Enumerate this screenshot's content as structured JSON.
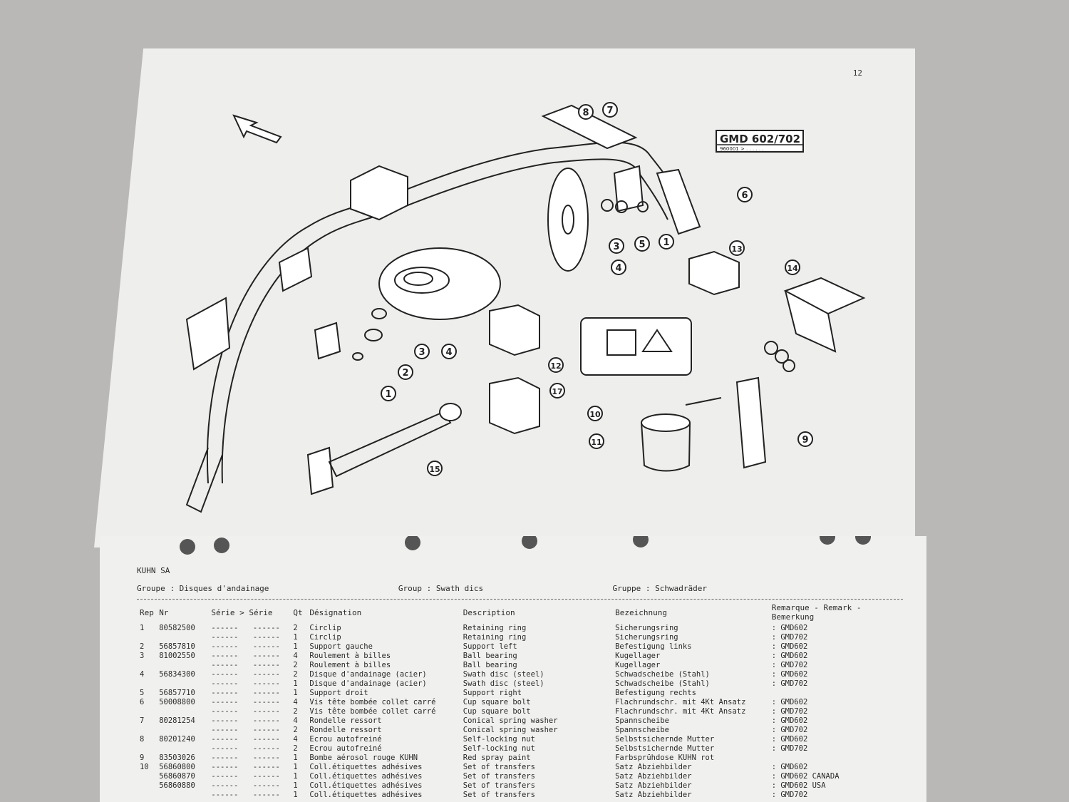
{
  "page_number": "12",
  "model_badge": {
    "model": "GMD 602/702",
    "serial": "960001 > . . . . . ."
  },
  "callouts": [
    "8",
    "7",
    "6",
    "5",
    "3",
    "1",
    "4",
    "13",
    "14",
    "4",
    "3",
    "2",
    "1",
    "12",
    "10",
    "17",
    "11",
    "9",
    "15"
  ],
  "company": "KUHN SA",
  "groups": {
    "fr": "Groupe : Disques d'andainage",
    "en": "Group : Swath dics",
    "de": "Gruppe : Schwadräder"
  },
  "headers": {
    "rep": "Rep",
    "nr": "Nr",
    "serie": "Série > Série",
    "qt": "Qt",
    "designation": "Désignation",
    "description": "Description",
    "bezeichnung": "Bezeichnung",
    "remarque": "Remarque - Remark - Bemerkung"
  },
  "rows": [
    {
      "rep": "1",
      "nr": "80582500",
      "s1": "------",
      "s2": "------",
      "qt": "2",
      "fr": "Circlip",
      "en": "Retaining ring",
      "de": "Sicherungsring",
      "rem": ": GMD602"
    },
    {
      "rep": "",
      "nr": "",
      "s1": "------",
      "s2": "------",
      "qt": "1",
      "fr": "Circlip",
      "en": "Retaining ring",
      "de": "Sicherungsring",
      "rem": ": GMD702"
    },
    {
      "rep": "2",
      "nr": "56857810",
      "s1": "------",
      "s2": "------",
      "qt": "1",
      "fr": "Support gauche",
      "en": "Support left",
      "de": "Befestigung links",
      "rem": ": GMD602"
    },
    {
      "rep": "3",
      "nr": "81002550",
      "s1": "------",
      "s2": "------",
      "qt": "4",
      "fr": "Roulement à billes",
      "en": "Ball bearing",
      "de": "Kugellager",
      "rem": ": GMD602"
    },
    {
      "rep": "",
      "nr": "",
      "s1": "------",
      "s2": "------",
      "qt": "2",
      "fr": "Roulement à billes",
      "en": "Ball bearing",
      "de": "Kugellager",
      "rem": ": GMD702"
    },
    {
      "rep": "4",
      "nr": "56834300",
      "s1": "------",
      "s2": "------",
      "qt": "2",
      "fr": "Disque d'andainage (acier)",
      "en": "Swath disc (steel)",
      "de": "Schwadscheibe (Stahl)",
      "rem": ": GMD602"
    },
    {
      "rep": "",
      "nr": "",
      "s1": "------",
      "s2": "------",
      "qt": "1",
      "fr": "Disque d'andainage (acier)",
      "en": "Swath disc (steel)",
      "de": "Schwadscheibe (Stahl)",
      "rem": ": GMD702"
    },
    {
      "rep": "5",
      "nr": "56857710",
      "s1": "------",
      "s2": "------",
      "qt": "1",
      "fr": "Support droit",
      "en": "Support right",
      "de": "Befestigung rechts",
      "rem": ""
    },
    {
      "rep": "6",
      "nr": "50008800",
      "s1": "------",
      "s2": "------",
      "qt": "4",
      "fr": "Vis tête bombée collet carré",
      "en": "Cup square bolt",
      "de": "Flachrundschr. mit 4Kt Ansatz",
      "rem": ": GMD602"
    },
    {
      "rep": "",
      "nr": "",
      "s1": "------",
      "s2": "------",
      "qt": "2",
      "fr": "Vis tête bombée collet carré",
      "en": "Cup square bolt",
      "de": "Flachrundschr. mit 4Kt Ansatz",
      "rem": ": GMD702"
    },
    {
      "rep": "7",
      "nr": "80281254",
      "s1": "------",
      "s2": "------",
      "qt": "4",
      "fr": "Rondelle ressort",
      "en": "Conical spring washer",
      "de": "Spannscheibe",
      "rem": ": GMD602"
    },
    {
      "rep": "",
      "nr": "",
      "s1": "------",
      "s2": "------",
      "qt": "2",
      "fr": "Rondelle ressort",
      "en": "Conical spring washer",
      "de": "Spannscheibe",
      "rem": ": GMD702"
    },
    {
      "rep": "8",
      "nr": "80201240",
      "s1": "------",
      "s2": "------",
      "qt": "4",
      "fr": "Ecrou autofreiné",
      "en": "Self-locking nut",
      "de": "Selbstsichernde Mutter",
      "rem": ": GMD602"
    },
    {
      "rep": "",
      "nr": "",
      "s1": "------",
      "s2": "------",
      "qt": "2",
      "fr": "Ecrou autofreiné",
      "en": "Self-locking nut",
      "de": "Selbstsichernde Mutter",
      "rem": ": GMD702"
    },
    {
      "rep": "9",
      "nr": "83503026",
      "s1": "------",
      "s2": "------",
      "qt": "1",
      "fr": "Bombe aérosol rouge KUHN",
      "en": "Red spray paint",
      "de": "Farbsprühdose KUHN rot",
      "rem": ""
    },
    {
      "rep": "10",
      "nr": "56860800",
      "s1": "------",
      "s2": "------",
      "qt": "1",
      "fr": "Coll.étiquettes adhésives",
      "en": "Set of transfers",
      "de": "Satz Abziehbilder",
      "rem": ": GMD602"
    },
    {
      "rep": "",
      "nr": "56860870",
      "s1": "------",
      "s2": "------",
      "qt": "1",
      "fr": "Coll.étiquettes adhésives",
      "en": "Set of transfers",
      "de": "Satz Abziehbilder",
      "rem": ": GMD602 CANADA"
    },
    {
      "rep": "",
      "nr": "56860880",
      "s1": "------",
      "s2": "------",
      "qt": "1",
      "fr": "Coll.étiquettes adhésives",
      "en": "Set of transfers",
      "de": "Satz Abziehbilder",
      "rem": ": GMD602 USA"
    },
    {
      "rep": "",
      "nr": "",
      "s1": "------",
      "s2": "------",
      "qt": "1",
      "fr": "Coll.étiquettes adhésives",
      "en": "Set of transfers",
      "de": "Satz Abziehbilder",
      "rem": ": GMD702"
    }
  ]
}
